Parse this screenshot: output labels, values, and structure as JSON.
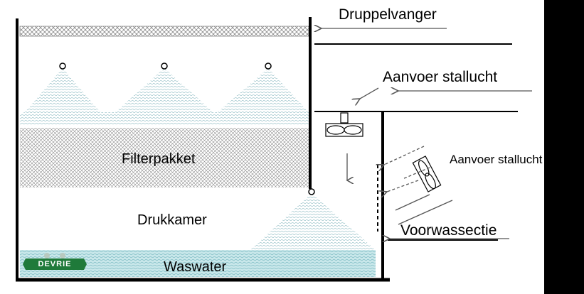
{
  "diagram": {
    "labels": {
      "druppelvanger": "Druppelvanger",
      "aanvoer_stallucht_top": "Aanvoer stallucht",
      "aanvoer_stallucht_side": "Aanvoer stallucht",
      "filterpakket": "Filterpakket",
      "drukkamer": "Drukkamer",
      "voorwassectie": "Voorwassectie",
      "waswater": "Waswater"
    },
    "logo_text": "DEVRIE",
    "colors": {
      "background_frame": "#000000",
      "canvas": "#ffffff",
      "spray": "#9fc5cc",
      "filter_mesh": "#7a7a7a",
      "water": "#9fd0d6",
      "logo_green": "#1f7a3a"
    }
  }
}
